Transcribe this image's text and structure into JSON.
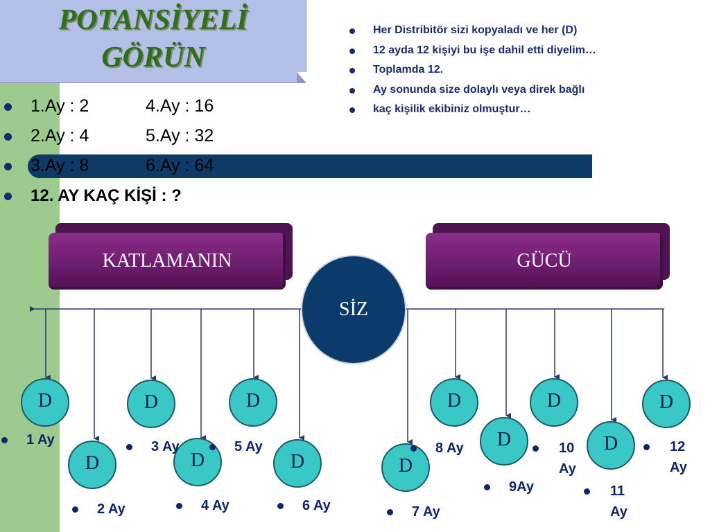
{
  "title": {
    "line1": "POTANSİYELİ",
    "line2": "GÖRÜN"
  },
  "months_list": [
    {
      "c1": "1.Ay : 2",
      "c2": "4.Ay : 16"
    },
    {
      "c1": "2.Ay : 4",
      "c2": "5.Ay : 32"
    },
    {
      "c1": "3.Ay : 8",
      "c2": "6.Ay : 64"
    },
    {
      "c1": "12. AY KAÇ KİŞİ : ?",
      "c2": ""
    }
  ],
  "notes": [
    "Her Distribitör sizi kopyaladı ve her (D)",
    "12 ayda 12 kişiyi bu işe dahil etti diyelim…",
    "Toplamda 12.",
    "Ay sonunda size dolaylı veya direk bağlı",
    "kaç kişilik ekibiniz olmuştur…"
  ],
  "banners": {
    "left": "KATLAMANIN",
    "right": "GÜCÜ"
  },
  "center_node": "SİZ",
  "node_label": "D",
  "month_labels": {
    "m1": "1 Ay",
    "m2": "2 Ay",
    "m3": "3 Ay",
    "m4": "4 Ay",
    "m5": "5 Ay",
    "m6": "6 Ay",
    "m7": "7 Ay",
    "m8": "8 Ay",
    "m9": "9Ay",
    "m10": "10 Ay",
    "m11": "11 Ay",
    "m12": "12 Ay"
  },
  "colors": {
    "title_bg": "#b4bfe8",
    "title_text": "#2f6f1c",
    "side_band": "#9dcb8f",
    "bar": "#0d3a66",
    "banner": "#6b1c6c",
    "center": "#0b3b6a",
    "node": "#3ac8c6",
    "label": "#10246e"
  }
}
